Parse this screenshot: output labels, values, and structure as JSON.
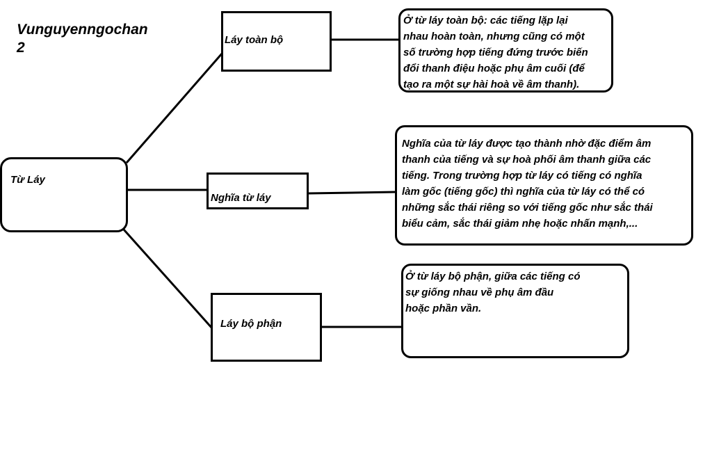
{
  "author": "Vunguyenngochan\n2",
  "root": {
    "label": "Từ Láy"
  },
  "branches": [
    {
      "label": "Láy toàn bộ",
      "description": "Ở từ láy toàn bộ: các tiếng lặp lại\nnhau hoàn toàn, nhưng cũng có một\nsố trường hợp tiếng đứng trước biến\nđổi thanh điệu hoặc phụ âm cuối (để\ntạo ra một sự hài hoà về âm thanh)."
    },
    {
      "label": "Nghĩa từ láy",
      "description": "Nghĩa của từ láy được tạo thành nhờ đặc điểm âm\nthanh của tiếng và sự hoà phối âm thanh giữa các\ntiếng. Trong trường hợp từ láy có tiếng có nghĩa\nlàm gốc (tiếng gốc) thì nghĩa của từ láy có thể có\nnhững sắc thái riêng so với tiếng gốc như sắc thái\nbiểu cảm, sắc thái giảm nhẹ hoặc nhấn mạnh,..."
    },
    {
      "label": "Láy bộ phận",
      "description": "Ở từ láy bộ phận, giữa các tiếng có\nsự giống nhau về phụ âm đầu\nhoặc phần vần."
    }
  ]
}
